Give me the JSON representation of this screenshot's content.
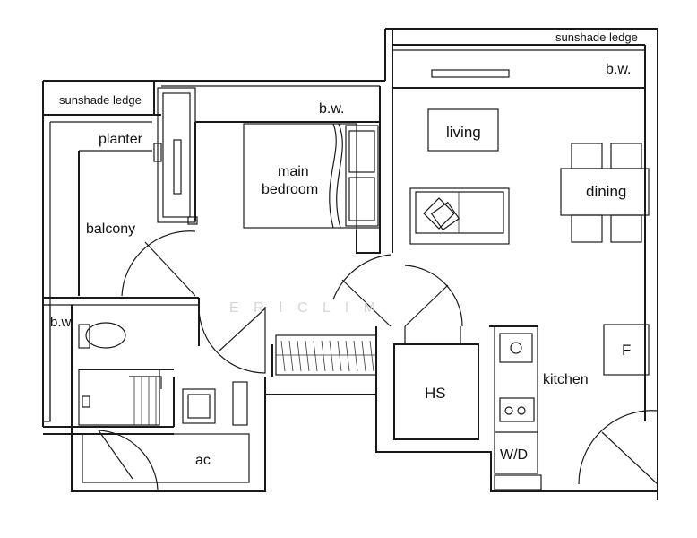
{
  "labels": {
    "sunshade_top": "sunshade ledge",
    "sunshade_left": "sunshade ledge",
    "bw_top": "b.w.",
    "bw_bedroom": "b.w.",
    "bw_left": "b.w",
    "planter": "planter",
    "main_bedroom_1": "main",
    "main_bedroom_2": "bedroom",
    "balcony": "balcony",
    "living": "living",
    "dining": "dining",
    "kitchen": "kitchen",
    "fridge": "F",
    "hs": "HS",
    "washer_dryer": "W/D",
    "ac": "ac"
  },
  "watermark": "E R I C   L I M"
}
